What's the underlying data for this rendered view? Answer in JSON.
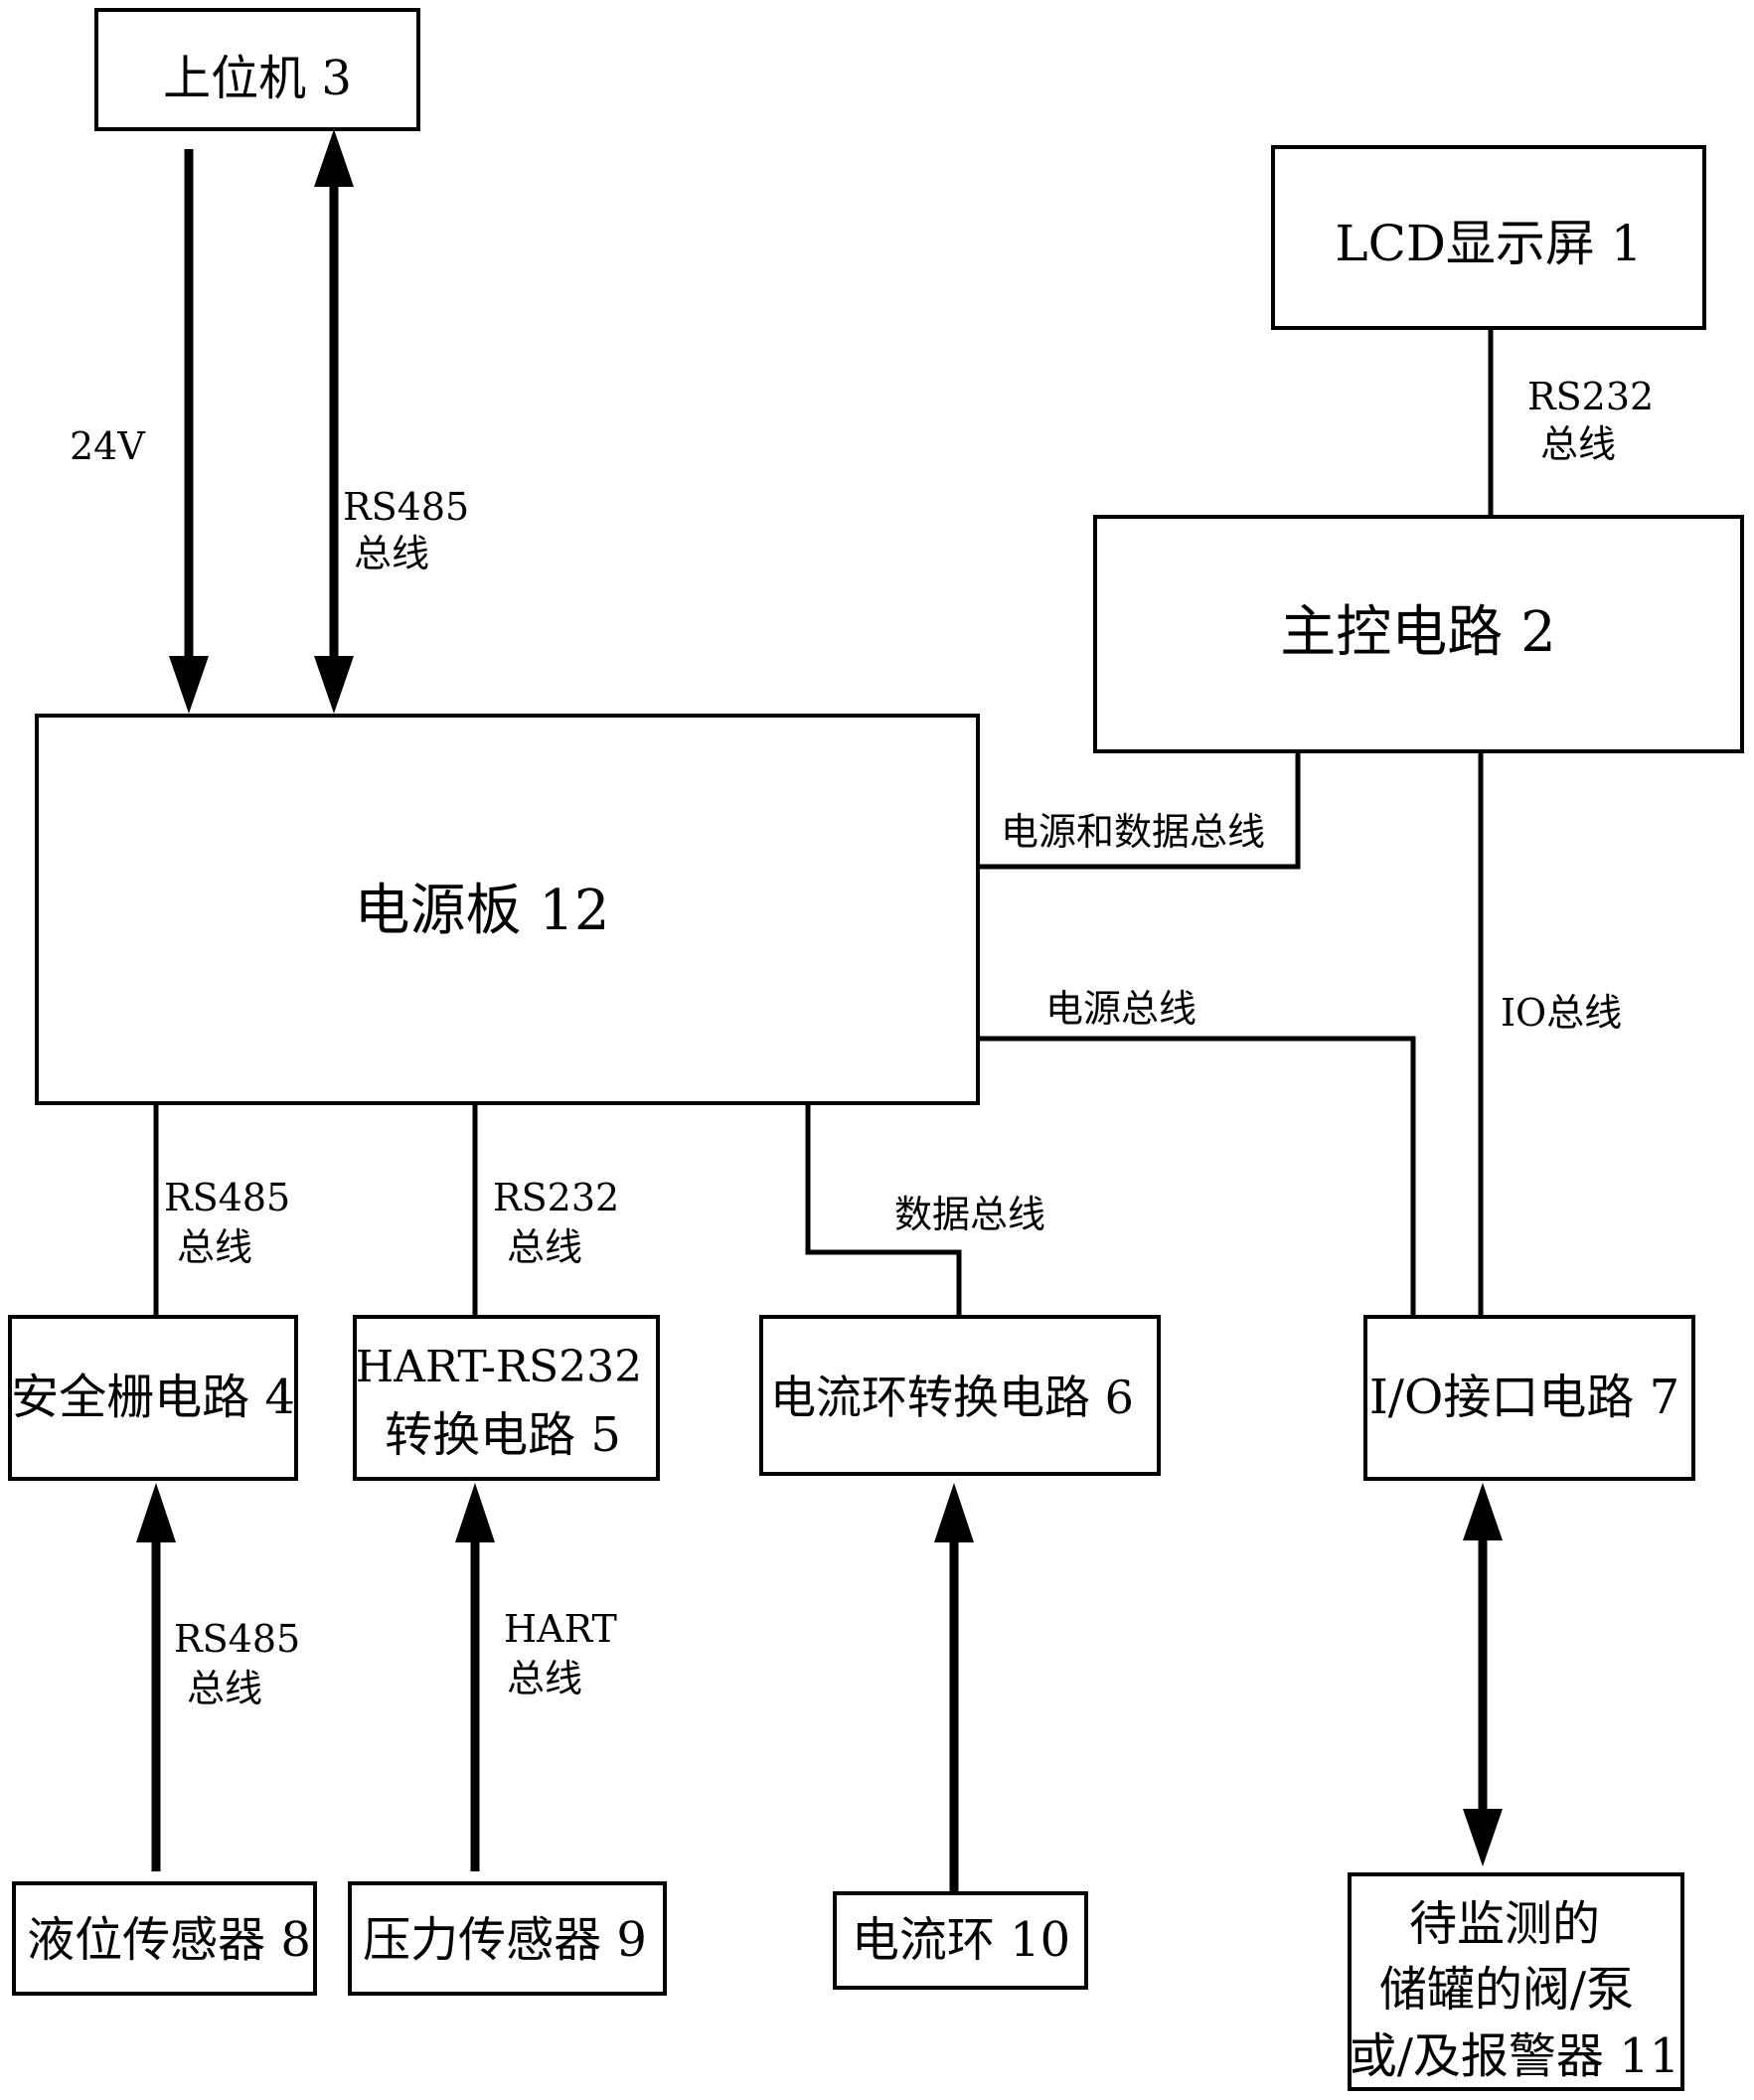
{
  "blocks": {
    "host": {
      "label": "上位机 3"
    },
    "lcd": {
      "label": "LCD显示屏 1"
    },
    "main_control": {
      "label": "主控电路 2"
    },
    "power_board": {
      "label": "电源板 12"
    },
    "safety_barrier": {
      "label": "安全栅电路 4"
    },
    "hart_converter": {
      "line1": "HART-RS232",
      "line2": "转换电路 5"
    },
    "current_loop_converter": {
      "label": "电流环转换电路 6"
    },
    "io_interface": {
      "label": "I/O接口电路 7"
    },
    "level_sensor": {
      "label": "液位传感器 8"
    },
    "pressure_sensor": {
      "label": "压力传感器 9"
    },
    "current_loop": {
      "label": "电流环 10"
    },
    "tank_devices": {
      "line1": "待监测的",
      "line2": "储罐的阀/泵",
      "line3": "或/及报警器 11"
    }
  },
  "links": {
    "host_power": {
      "label": "24V"
    },
    "host_bus": {
      "line1": "RS485",
      "line2": "总线"
    },
    "lcd_bus": {
      "line1": "RS232",
      "line2": "总线"
    },
    "power_data_bus": {
      "label": "电源和数据总线"
    },
    "power_bus": {
      "label": "电源总线"
    },
    "io_bus": {
      "label": "IO总线"
    },
    "safety_bus": {
      "line1": "RS485",
      "line2": "总线"
    },
    "hart_rs232_bus": {
      "line1": "RS232",
      "line2": "总线"
    },
    "data_bus": {
      "label": "数据总线"
    },
    "level_bus": {
      "line1": "RS485",
      "line2": "总线"
    },
    "pressure_bus": {
      "line1": "HART",
      "line2": "总线"
    }
  }
}
